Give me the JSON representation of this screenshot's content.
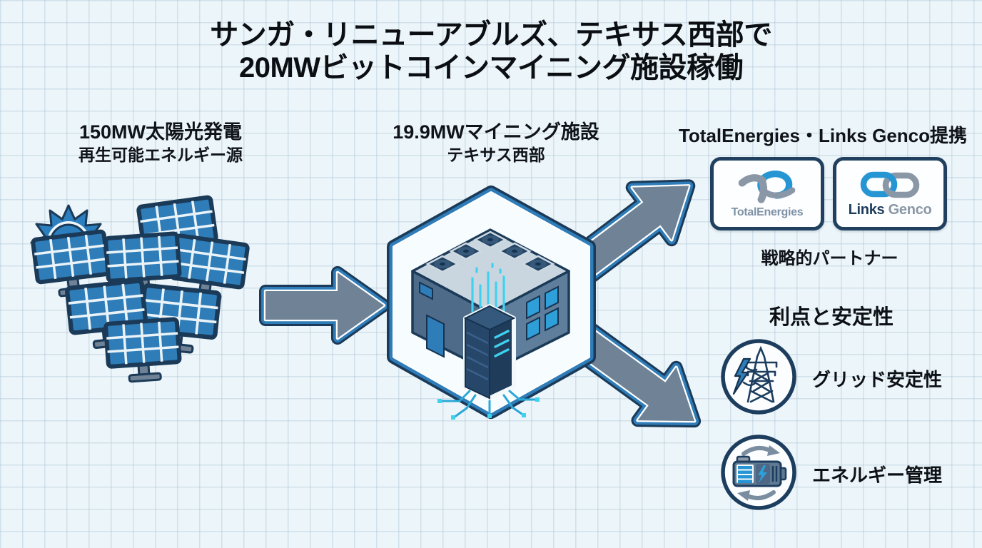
{
  "title": {
    "line1": "サンガ・リニューアブルズ、テキサス西部で",
    "line2": "20MWビットコインマイニング施設稼働"
  },
  "solar": {
    "heading": "150MW太陽光発電",
    "subheading": "再生可能エネルギー源",
    "icons": [
      "sun-icon",
      "solar-panel-array-icon"
    ]
  },
  "mining": {
    "heading": "19.9MWマイニング施設",
    "subheading": "テキサス西部",
    "icon": "mining-facility-hexagon-icon"
  },
  "partners": {
    "heading": "TotalEnergies・Links Genco提携",
    "caption": "戦略的パートナー",
    "logos": [
      {
        "brand": "TotalEnergies",
        "wordmark": "TotalEnergies",
        "icon": "totalenergies-te-mark-icon"
      },
      {
        "brand": "Links Genco",
        "word_primary": "Links",
        "word_secondary": "Genco",
        "icon": "chain-links-icon"
      }
    ]
  },
  "benefits": {
    "heading": "利点と安定性",
    "items": [
      {
        "label": "グリッド安定性",
        "icon": "transmission-tower-icon"
      },
      {
        "label": "エネルギー管理",
        "icon": "battery-cycle-icon"
      }
    ]
  },
  "colors": {
    "background": "#ecf5f9",
    "grid_line": "#a8c1d4",
    "accent_blue": "#2e7cb8",
    "navy_outline": "#1b3a58",
    "arrow_slate": "#6f8296",
    "cyan_data": "#3fd2ef",
    "logo_blue": "#2596d3",
    "logo_gray": "#8a97a6"
  }
}
